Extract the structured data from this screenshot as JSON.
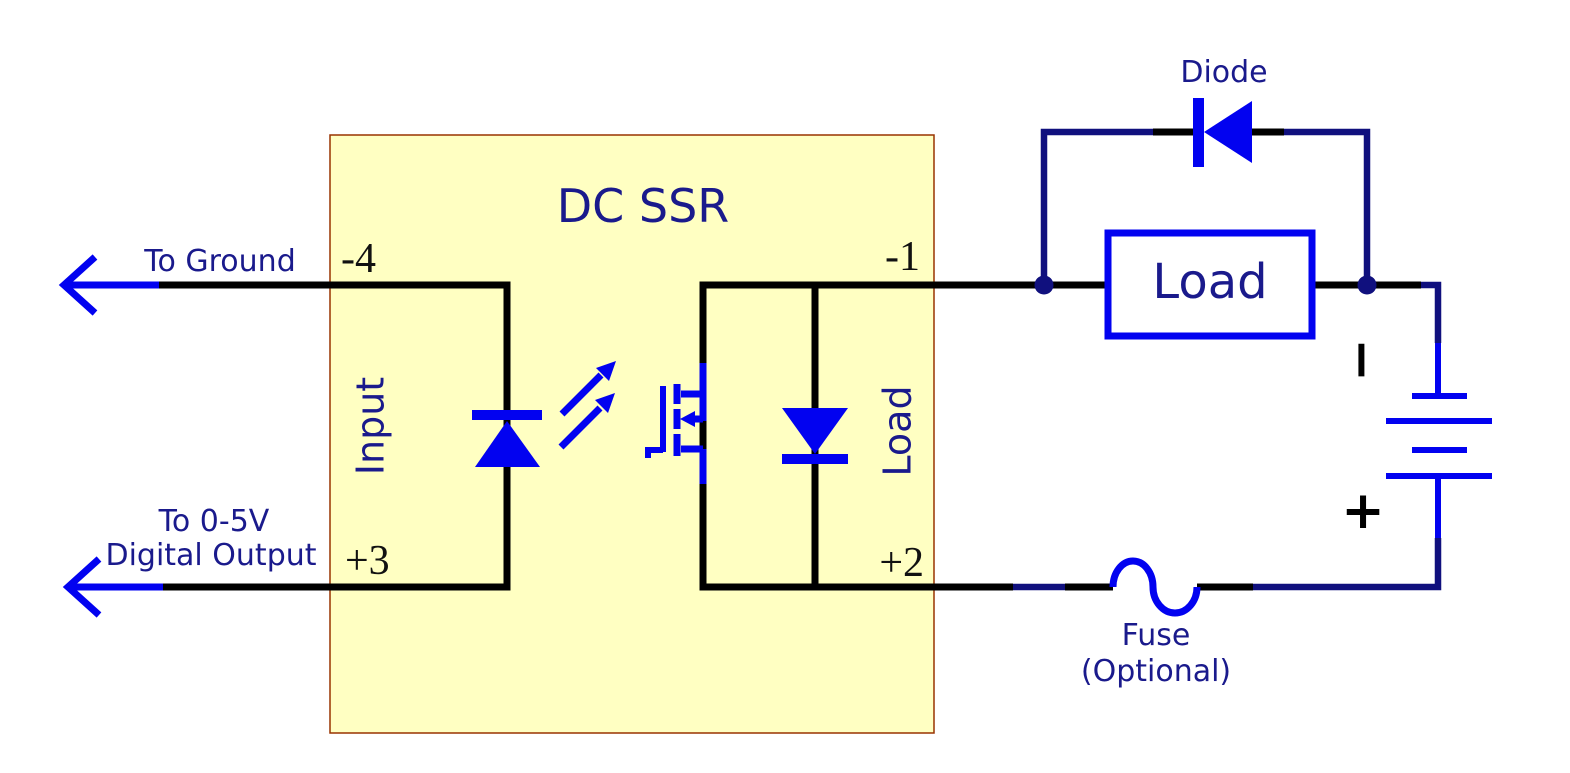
{
  "diagram": {
    "title": "DC SSR",
    "colors": {
      "background": "#ffffff",
      "ssr_fill": "#ffffc2",
      "ssr_border": "#993300",
      "wire_black": "#000000",
      "wire_navy": "#10107e",
      "symbol_blue": "#0202f0",
      "text_navy": "#1a1a8c"
    },
    "ssr": {
      "title": "DC SSR",
      "input_side_label": "Input",
      "output_side_label": "Load",
      "pins": {
        "neg4": "-4",
        "pos3": "+3",
        "neg1": "-1",
        "pos2": "+2"
      }
    },
    "left": {
      "to_ground": "To Ground",
      "digital_line1": "To 0-5V",
      "digital_line2": "Digital Output"
    },
    "right": {
      "diode_label": "Diode",
      "load_box_label": "Load",
      "fuse_label": "Fuse",
      "fuse_optional": "(Optional)",
      "battery_plus": "+",
      "battery_minus": "−"
    }
  }
}
